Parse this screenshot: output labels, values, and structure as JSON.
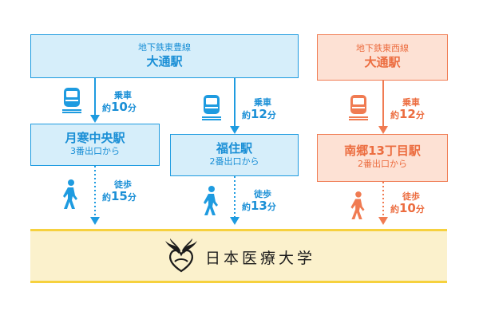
{
  "route_left": {
    "origin_line": "地下鉄東豊線",
    "origin_station": "大通駅",
    "branches": [
      {
        "ride_label": "乗車",
        "ride_prefix": "約",
        "ride_minutes": "10",
        "ride_unit": "分",
        "station": "月寒中央駅",
        "exit": "3番出口から",
        "walk_label": "徒歩",
        "walk_prefix": "約",
        "walk_minutes": "15",
        "walk_unit": "分"
      },
      {
        "ride_label": "乗車",
        "ride_prefix": "約",
        "ride_minutes": "12",
        "ride_unit": "分",
        "station": "福住駅",
        "exit": "2番出口から",
        "walk_label": "徒歩",
        "walk_prefix": "約",
        "walk_minutes": "13",
        "walk_unit": "分"
      }
    ]
  },
  "route_right": {
    "origin_line": "地下鉄東西線",
    "origin_station": "大通駅",
    "ride_label": "乗車",
    "ride_prefix": "約",
    "ride_minutes": "12",
    "ride_unit": "分",
    "station": "南郷13丁目駅",
    "exit": "2番出口から",
    "walk_label": "徒歩",
    "walk_prefix": "約",
    "walk_minutes": "10",
    "walk_unit": "分"
  },
  "destination": {
    "name": "日本医療大学",
    "logo": "winged-heart-logo"
  },
  "colors": {
    "blue": "#1e9be0",
    "blue_fill": "#d6eefa",
    "orange": "#f07b52",
    "orange_fill": "#fde1d4",
    "yellow": "#f6d13e",
    "yellow_fill": "#fbf1cc"
  },
  "icons": [
    "train-icon",
    "walking-person-icon",
    "down-arrow-icon",
    "dotted-down-arrow-icon"
  ]
}
